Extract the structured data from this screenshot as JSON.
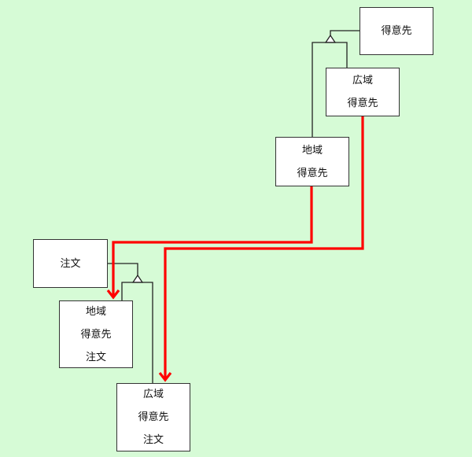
{
  "diagram": {
    "entities": [
      {
        "id": "tokuisaki",
        "lines": [
          "得意先"
        ]
      },
      {
        "id": "kouiki-tokuisaki",
        "lines": [
          "広域",
          "得意先"
        ]
      },
      {
        "id": "chiiki-tokuisaki",
        "lines": [
          "地域",
          "得意先"
        ]
      },
      {
        "id": "chumon",
        "lines": [
          "注文"
        ]
      },
      {
        "id": "chiiki-tokuisaki-chumon",
        "lines": [
          "地域",
          "得意先",
          "注文"
        ]
      },
      {
        "id": "kouiki-tokuisaki-chumon",
        "lines": [
          "広域",
          "得意先",
          "注文"
        ]
      }
    ],
    "generalizations": [
      {
        "parent": "得意先",
        "children": [
          "地域得意先",
          "広域得意先"
        ]
      },
      {
        "parent": "注文",
        "children": [
          "地域得意先注文",
          "広域得意先注文"
        ]
      }
    ],
    "mappings": [
      {
        "from": "地域得意先",
        "to": "地域得意先注文"
      },
      {
        "from": "広域得意先",
        "to": "広域得意先注文"
      }
    ],
    "colors": {
      "background": "#d6fbd6",
      "mapping_arrow": "#ff0000",
      "box_border": "#333333"
    }
  }
}
